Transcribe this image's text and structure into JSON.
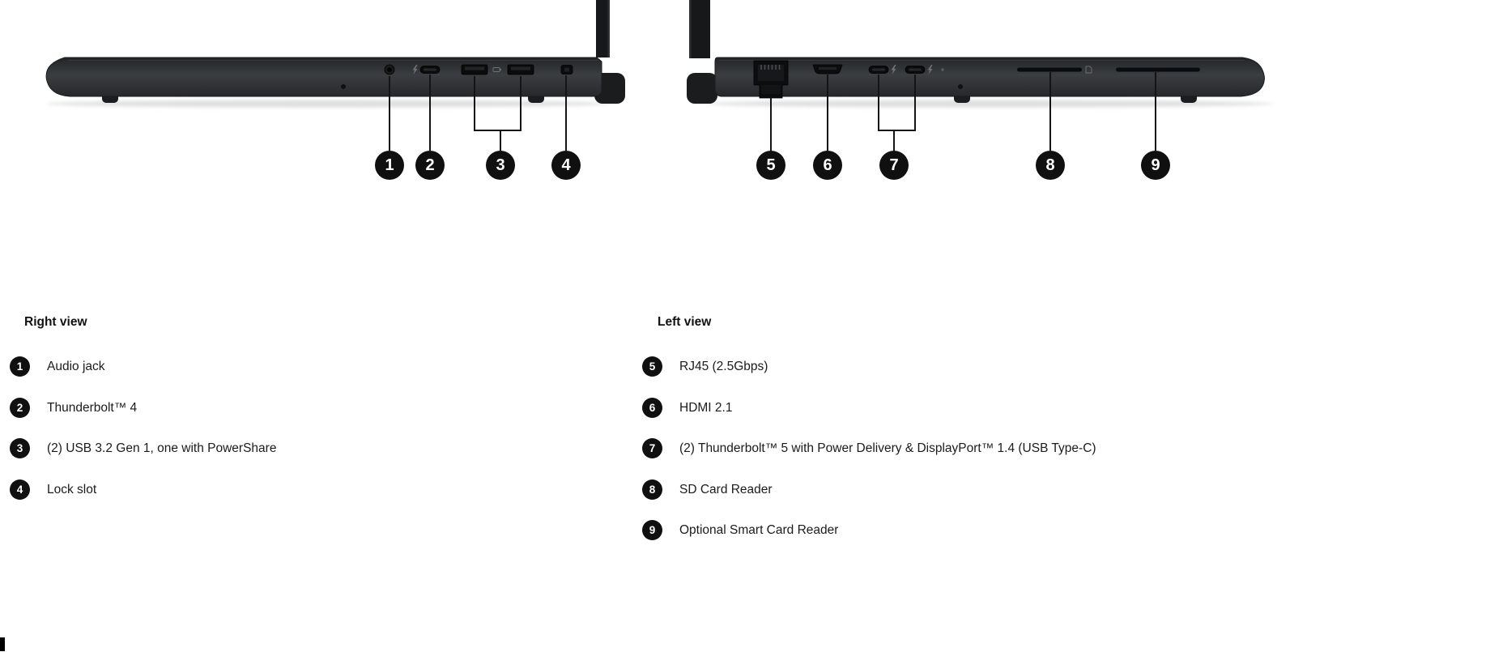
{
  "diagram": {
    "views": [
      {
        "id": "right-view",
        "title": "Right view",
        "callouts": [
          "1",
          "2",
          "3",
          "4"
        ],
        "legend": [
          {
            "num": "1",
            "label": "Audio jack"
          },
          {
            "num": "2",
            "label": "Thunderbolt™ 4"
          },
          {
            "num": "3",
            "label": "(2) USB 3.2 Gen 1, one with PowerShare"
          },
          {
            "num": "4",
            "label": "Lock slot"
          }
        ]
      },
      {
        "id": "left-view",
        "title": "Left view",
        "callouts": [
          "5",
          "6",
          "7",
          "8",
          "9"
        ],
        "legend": [
          {
            "num": "5",
            "label": "RJ45 (2.5Gbps)"
          },
          {
            "num": "6",
            "label": "HDMI 2.1"
          },
          {
            "num": "7",
            "label": "(2) Thunderbolt™ 5 with Power Delivery & DisplayPort™ 1.4 (USB Type-C)"
          },
          {
            "num": "8",
            "label": "SD Card Reader"
          },
          {
            "num": "9",
            "label": "Optional Smart Card Reader"
          }
        ]
      }
    ],
    "colors": {
      "badge_bg": "#101010",
      "badge_text": "#ffffff",
      "laptop_body": "#34373a",
      "leader_line": "#141414",
      "text": "#1b1b1b",
      "background": "#ffffff"
    }
  }
}
